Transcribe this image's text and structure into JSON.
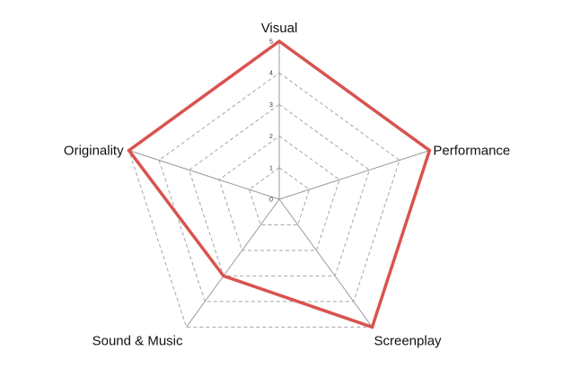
{
  "chart_data": {
    "type": "radar",
    "axes": [
      "Visual",
      "Performance",
      "Screenplay",
      "Sound & Music",
      "Originality"
    ],
    "series": [
      {
        "values": [
          5,
          5,
          5,
          3,
          5
        ],
        "color": "#d9534f"
      }
    ],
    "rlim": [
      0,
      5
    ],
    "ticks": [
      0,
      1,
      2,
      3,
      4,
      5
    ],
    "grid": true,
    "grid_style": "dashed",
    "grid_color": "#a6a6a6",
    "spoke_color": "#9a9a9a"
  }
}
